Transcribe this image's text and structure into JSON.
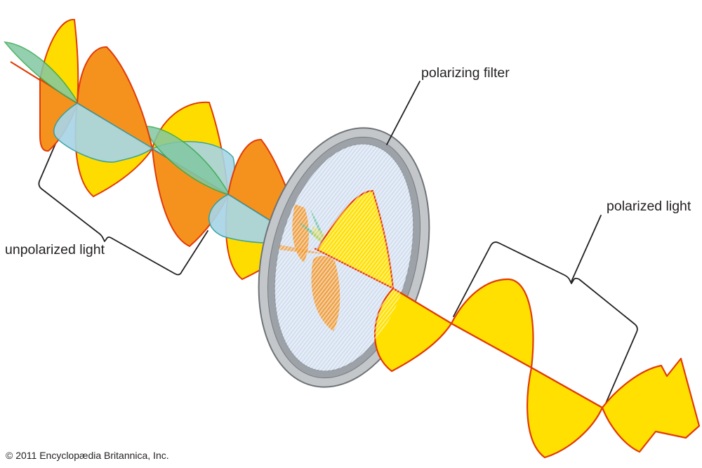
{
  "diagram": {
    "title": "light polarization",
    "labels": {
      "polarizing_filter": "polarizing filter",
      "unpolarized_light": "unpolarized light",
      "polarized_light": "polarized light"
    },
    "credit": "© 2011 Encyclopædia Britannica, Inc.",
    "colors": {
      "background": "#FFFFFF",
      "axis_red": "#E23A08",
      "wave_yellow": "#FFDC00",
      "wave_orange": "#F5921E",
      "wave_blue": "#A8D5E6",
      "wave_blue_stroke": "#2E9FA0",
      "wave_teal": "#82C7A3",
      "wave_teal_stroke": "#33A94C",
      "filter_face": "#D3DFF0",
      "filter_rim_light": "#C4C7CA",
      "filter_rim_mid": "#9CA2A7",
      "filter_edge": "#6E7377",
      "annotation": "#231F20"
    }
  }
}
